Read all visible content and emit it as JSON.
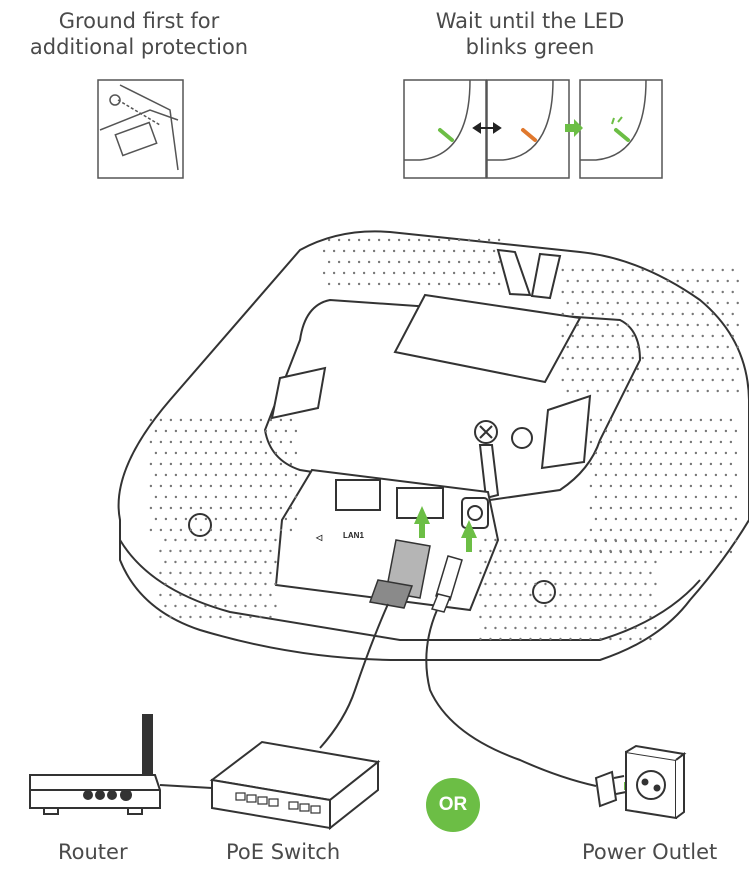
{
  "captions": {
    "ground": [
      "Ground first for",
      "additional protection"
    ],
    "led": [
      "Wait until the LED",
      "blinks green"
    ]
  },
  "labels": {
    "router": "Router",
    "poe_switch": "PoE Switch",
    "power_outlet": "Power Outlet",
    "or": "OR"
  },
  "ports": {
    "lan": "LAN1"
  },
  "colors": {
    "accent_green": "#6cbe45",
    "led_orange": "#e0782d",
    "line": "#3a3a3a",
    "cable_gray": "#9a9a9a"
  }
}
